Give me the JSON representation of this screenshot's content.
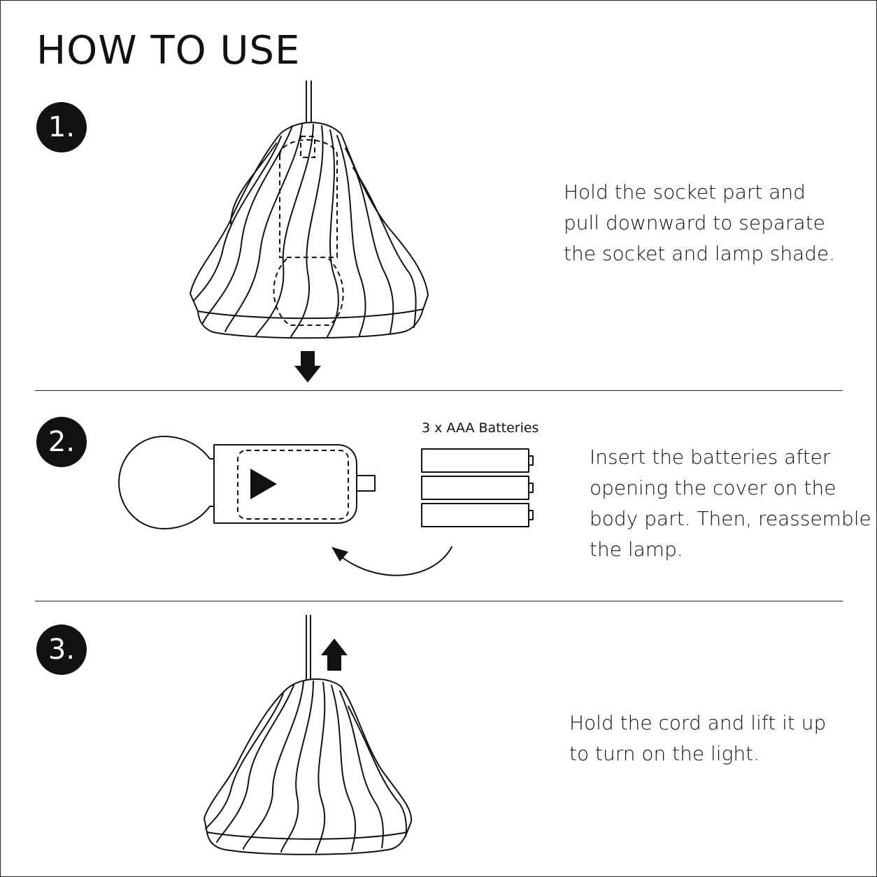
{
  "title": "HOW TO USE",
  "steps": [
    {
      "number": "1.",
      "lines": [
        "Hold the socket part and",
        "pull downward to separate",
        "the socket and lamp shade."
      ]
    },
    {
      "number": "2.",
      "lines": [
        "Insert the batteries after",
        "opening the cover on the",
        "body part. Then, reassemble",
        "the lamp."
      ]
    },
    {
      "number": "3.",
      "lines": [
        "Hold the cord and lift it up",
        "to turn on the light."
      ]
    }
  ],
  "battery_label": "3 x AAA Batteries",
  "icons": [
    "down-arrow-icon",
    "up-arrow-icon",
    "curved-arrow-icon",
    "play-triangle-icon"
  ],
  "colors": {
    "ink": "#111111",
    "background": "#ffffff"
  }
}
